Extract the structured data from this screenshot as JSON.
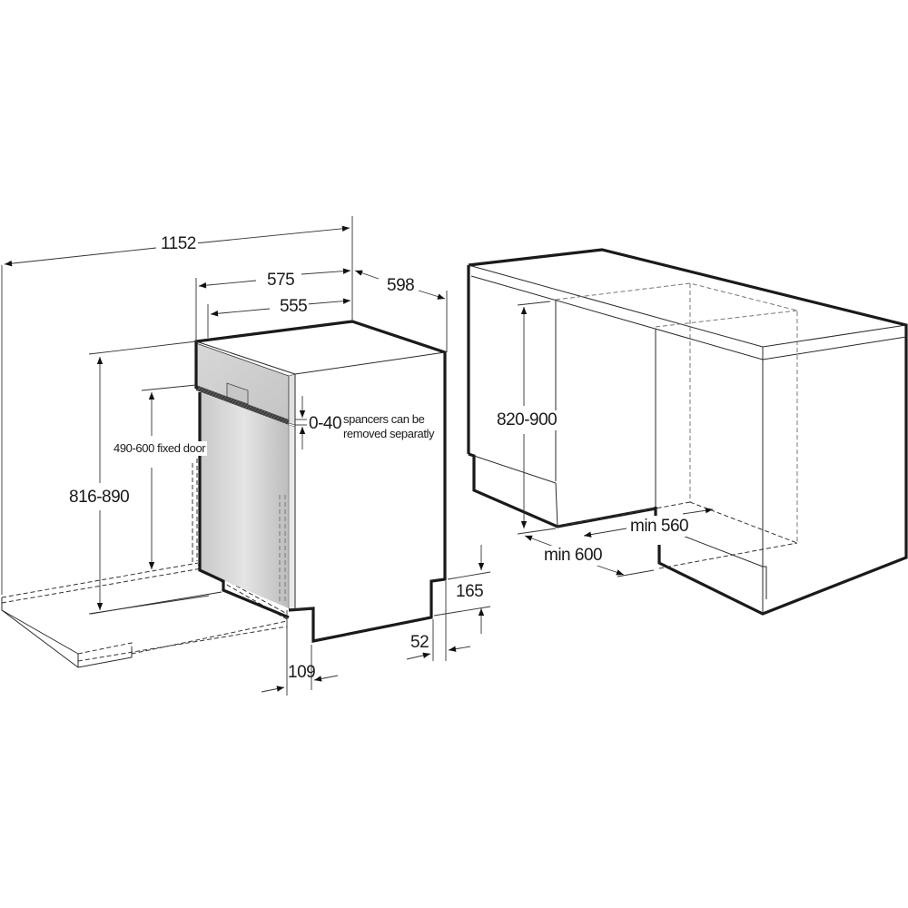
{
  "diagram": {
    "type": "installation-dimension-drawing",
    "subject": "Semi-integrated built-in dishwasher",
    "unit": "mm"
  },
  "left_view": {
    "dimensions": {
      "total_depth_door_open": "1152",
      "width_outer": "575",
      "width_inner": "555",
      "depth": "598",
      "height_range": "816-890",
      "fixed_door_range": "490-600 fixed door",
      "spacer_range": "0-40",
      "spacer_note_line1": "spancers can be",
      "spacer_note_line2": "removed separatly",
      "plinth_height": "165",
      "plinth_recess": "52",
      "door_offset": "109"
    }
  },
  "right_view": {
    "dimensions": {
      "niche_height": "820-900",
      "niche_width": "min 560",
      "niche_depth": "min 600"
    }
  },
  "colors": {
    "line": "#1a1a1a",
    "panel_light": "#e6e6e6",
    "panel_dark": "#b5b5b5",
    "background": "#ffffff"
  }
}
